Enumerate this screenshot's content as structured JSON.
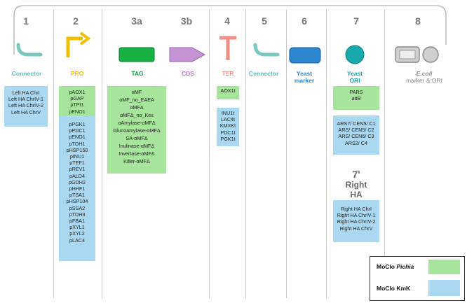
{
  "colors": {
    "pichia_green": "#a6e59b",
    "kmk_blue": "#a9d8f0",
    "connector": "#7ac7c0",
    "pro": "#f2c000",
    "tag": "#16b043",
    "cds": "#c493d4",
    "ter": "#f08d85",
    "marker": "#2d86d0",
    "ori": "#17a9ab",
    "ecoli": "#c8c8c8",
    "backbone": "#bdbdbd"
  },
  "positions": {
    "p1": "1",
    "p2": "2",
    "p3a": "3a",
    "p3b": "3b",
    "p4": "4",
    "p5": "5",
    "p6": "6",
    "p7": "7",
    "p8": "8"
  },
  "parts": {
    "connector1": "Connector",
    "pro": "PRO",
    "tag": "TAG",
    "cds": "CDS",
    "ter": "TER",
    "connector5": "Connector",
    "yeast_marker_line1": "Yeast",
    "yeast_marker_line2": "marker",
    "yeast_ori_line1": "Yeast",
    "yeast_ori_line2": "ORI",
    "ecoli_name": "E.coli",
    "ecoli_rest": "marker & ORI"
  },
  "boxes": {
    "left_ha": [
      "Left HA ChrI",
      "Left HA ChrIV-1",
      "Left HA ChrIV-2",
      "Left HA ChrV"
    ],
    "pro_pichia": [
      "pAOX1",
      "pGAP",
      "pTPI1",
      "pENO1"
    ],
    "pro_kmk": [
      "pPGK1",
      "pPDC1",
      "pENO1",
      "pTDH1",
      "pHSP150",
      "pINU1",
      "pTEF1",
      "pREV1",
      "pALD4",
      "pGDH2",
      "pHHF1",
      "pTSA1",
      "pHSP104",
      "pSSA2",
      "pTDH3",
      "pFBA1",
      "pXYL1",
      "pXYL2",
      "pLAC4"
    ],
    "tag_pichia": [
      "αMF",
      "αMF_no_EAEA",
      "αMFΔ",
      "αMFΔ_no_Kex",
      "αAmylase-αMFΔ",
      "Glucoamylase-αMFΔ",
      "SA-αMFΔ",
      "Inulinase-αMFΔ",
      "Invertase-αMFΔ",
      "Killer-αMFΔ"
    ],
    "ter_pichia": [
      "AOX1t"
    ],
    "ter_kmk": [
      "INU1t",
      "LAC4t",
      "KMXKt",
      "PDC1t",
      "PGK1t"
    ],
    "ori_pichia": [
      "PARS",
      "attB"
    ],
    "ori_kmk": [
      "ARS7/ CEN5/ C1",
      "ARS/ CEN5/ C2",
      "ARS/ CEN6/ C3",
      "ARS2/ C4"
    ],
    "right_ha": [
      "Right HA ChrI",
      "Right  HA ChrIV-1",
      "Right HA ChrIV-2",
      "Right HA ChrV"
    ]
  },
  "pos7prime": {
    "line1": "7'",
    "line2": "Right",
    "line3": "HA"
  },
  "legend": {
    "pichia_prefix": "MoClo ",
    "pichia_italic": "Pichia",
    "kmk": "MoClo KmK"
  }
}
